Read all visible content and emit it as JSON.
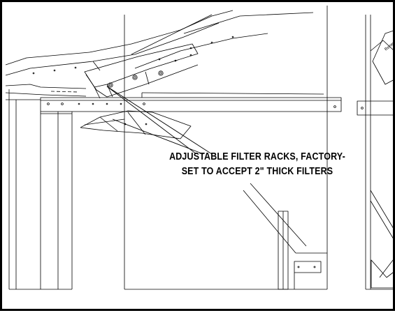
{
  "callout": {
    "line1": "ADJUSTABLE FILTER RACKS, FACTORY-",
    "line2": "SET TO ACCEPT 2\" THICK FILTERS"
  },
  "side_label": "RenewAire",
  "colors": {
    "line": "#000000",
    "background": "#ffffff",
    "border": "#000000"
  }
}
